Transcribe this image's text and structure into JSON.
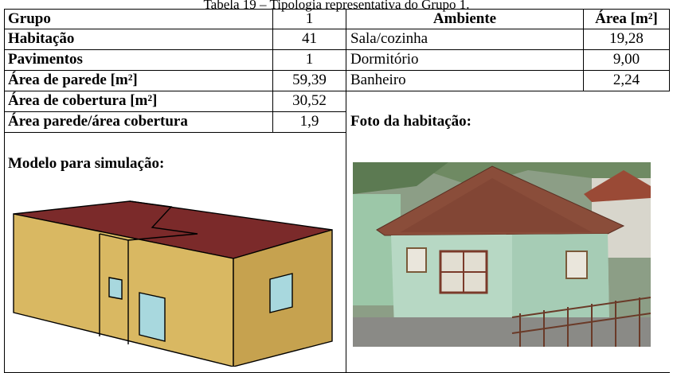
{
  "caption": "Tabela 19 – Tipologia representativa do Grupo 1.",
  "left_table": [
    {
      "label": "Grupo",
      "value": "1"
    },
    {
      "label": "Habitação",
      "value": "41"
    },
    {
      "label": "Pavimentos",
      "value": "1"
    },
    {
      "label": "Área de parede [m²]",
      "value": "59,39"
    },
    {
      "label": "Área de cobertura [m²]",
      "value": "30,52"
    },
    {
      "label": "Área parede/área cobertura",
      "value": "1,9"
    }
  ],
  "right_table": {
    "header_ambiente": "Ambiente",
    "header_area": "Área [m²]",
    "rows": [
      {
        "ambiente": "Sala/cozinha",
        "area": "19,28"
      },
      {
        "ambiente": "Dormitório",
        "area": "9,00"
      },
      {
        "ambiente": "Banheiro",
        "area": "2,24"
      }
    ]
  },
  "model_label": "Modelo para simulação:",
  "photo_label": "Foto da habitação:",
  "colors": {
    "roof": "#7b2a2a",
    "wall_front": "#d9b862",
    "wall_side": "#c6a24f",
    "window": "#a8d8de",
    "house_wall": "#b7d8c4",
    "house_roof": "#8a4d3a"
  }
}
